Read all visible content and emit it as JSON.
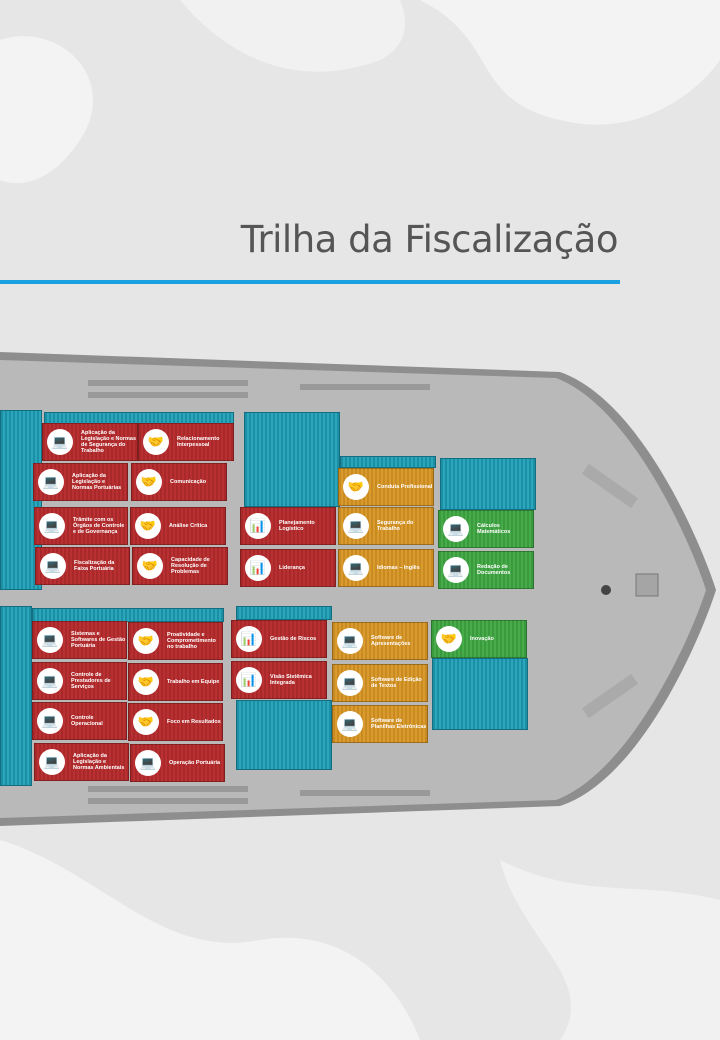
{
  "title": "Trilha da Fiscalização",
  "colors": {
    "accent": "#1ba1e2",
    "red": "#b83032",
    "orange": "#d99a2e",
    "green": "#47ab4a"
  },
  "containers": [
    {
      "label": "Aplicação da Legislação e Normas de Segurança do Trabalho",
      "color": "red",
      "icon": "laptop-icon"
    },
    {
      "label": "Relacionamento Interpessoal",
      "color": "red",
      "icon": "handshake-icon"
    },
    {
      "label": "Aplicação da Legislação e Normas Portuárias",
      "color": "red",
      "icon": "laptop-icon"
    },
    {
      "label": "Comunicação",
      "color": "red",
      "icon": "handshake-icon"
    },
    {
      "label": "Trâmite com os Órgãos de Controle e de Governança",
      "color": "red",
      "icon": "laptop-icon"
    },
    {
      "label": "Análise Crítica",
      "color": "red",
      "icon": "handshake-icon"
    },
    {
      "label": "Fiscalização da Faixa Portuária",
      "color": "red",
      "icon": "laptop-icon"
    },
    {
      "label": "Capacidade de Resolução de Problemas",
      "color": "red",
      "icon": "handshake-icon"
    },
    {
      "label": "Planejamento Logístico",
      "color": "red",
      "icon": "presentation-icon"
    },
    {
      "label": "Liderança",
      "color": "red",
      "icon": "presentation-icon"
    },
    {
      "label": "Conduta Profissional",
      "color": "orange",
      "icon": "handshake-icon"
    },
    {
      "label": "Segurança do Trabalho",
      "color": "orange",
      "icon": "laptop-icon"
    },
    {
      "label": "Idiomas – Inglês",
      "color": "orange",
      "icon": "laptop-icon"
    },
    {
      "label": "Cálculos Matemáticos",
      "color": "green",
      "icon": "laptop-icon"
    },
    {
      "label": "Redação de Documentos",
      "color": "green",
      "icon": "laptop-icon"
    },
    {
      "label": "Sistemas e Softwares de Gestão Portuária",
      "color": "red",
      "icon": "laptop-icon"
    },
    {
      "label": "Proatividade e Comprometimento no trabalho",
      "color": "red",
      "icon": "handshake-icon"
    },
    {
      "label": "Controle de Prestadores de Serviços",
      "color": "red",
      "icon": "laptop-icon"
    },
    {
      "label": "Trabalho em Equipe",
      "color": "red",
      "icon": "handshake-icon"
    },
    {
      "label": "Controle Operacional",
      "color": "red",
      "icon": "laptop-icon"
    },
    {
      "label": "Foco em Resultados",
      "color": "red",
      "icon": "handshake-icon"
    },
    {
      "label": "Aplicação da Legislação e Normas Ambientais",
      "color": "red",
      "icon": "laptop-icon"
    },
    {
      "label": "Operação Portuária",
      "color": "red",
      "icon": "laptop-icon"
    },
    {
      "label": "Gestão de Riscos",
      "color": "red",
      "icon": "presentation-icon"
    },
    {
      "label": "Visão Sistêmica Integrada",
      "color": "red",
      "icon": "presentation-icon"
    },
    {
      "label": "Software de Apresentações",
      "color": "orange",
      "icon": "laptop-icon"
    },
    {
      "label": "Software de Edição de Textos",
      "color": "orange",
      "icon": "laptop-icon"
    },
    {
      "label": "Software de Planilhas Eletrônicas",
      "color": "orange",
      "icon": "laptop-icon"
    },
    {
      "label": "Inovação",
      "color": "green",
      "icon": "handshake-icon"
    }
  ]
}
